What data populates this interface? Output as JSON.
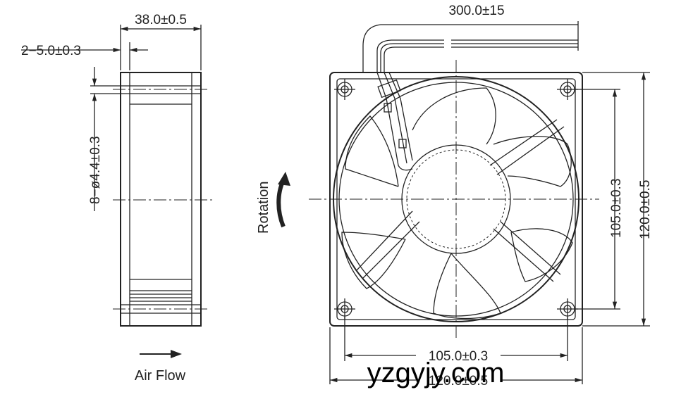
{
  "side_view": {
    "thickness": "38.0±0.5",
    "rib_depth": "2−5.0±0.3",
    "hole_spec": "8−ø4.4±0.3",
    "airflow_label": "Air Flow",
    "airflow_icon": "arrow-right-icon"
  },
  "front_view": {
    "lead_length": "300.0±15",
    "rotation_label": "Rotation",
    "rotation_icon": "curved-arrow-up-icon",
    "hole_pitch_vertical": "105.0±0.3",
    "frame_height": "120.0±0.5",
    "hole_pitch_horizontal": "105.0±0.3",
    "frame_width": "120.0±0.5"
  },
  "watermark": "yzgyjy.com"
}
